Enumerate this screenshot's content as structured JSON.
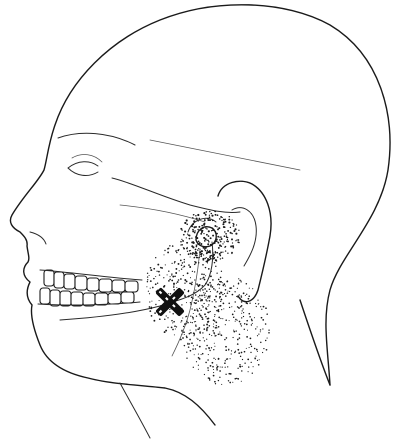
{
  "figure": {
    "subject": "head-profile-left",
    "pain_pattern": {
      "dense_region": "preauricular-tmj",
      "diffuse_region": "mandible-angle-to-neck",
      "trigger_point_symbol": "x-marker"
    },
    "colors": {
      "line": "#1a1a1a",
      "stipple": "#1a1a1a",
      "background": "#ffffff"
    }
  }
}
